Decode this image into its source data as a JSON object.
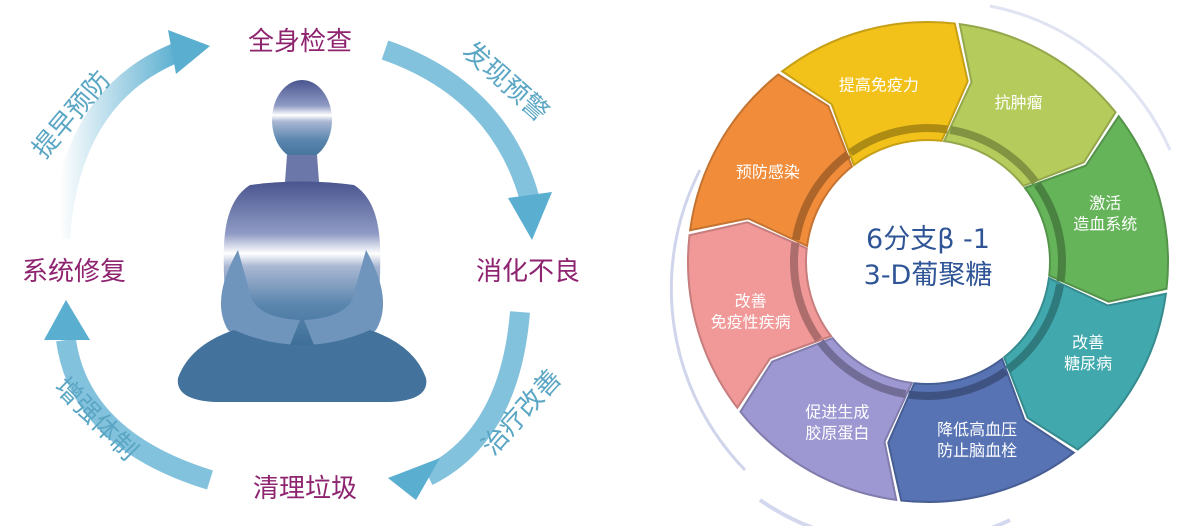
{
  "left_cycle": {
    "nodes": [
      {
        "label": "全身检查"
      },
      {
        "label": "消化不良"
      },
      {
        "label": "清理垃圾"
      },
      {
        "label": "系统修复"
      }
    ],
    "arcs": [
      {
        "label": "发现预警"
      },
      {
        "label": "治疗改善"
      },
      {
        "label": "增强体制"
      },
      {
        "label": "提早预防"
      }
    ],
    "colors": {
      "node_text": "#8e2470",
      "arc_text": "#5aa6c4",
      "arrow": "#5aaed0",
      "figure_top": "#4a5590",
      "figure_bottom": "#3e6f98"
    }
  },
  "right_wheel": {
    "center": {
      "line1": "6分支β -1",
      "line2": "3-D葡聚糖"
    },
    "segments": [
      {
        "lines": [
          "提高免疫力"
        ],
        "color": "#f2c21a"
      },
      {
        "lines": [
          "抗肿瘤"
        ],
        "color": "#b5cc5c"
      },
      {
        "lines": [
          "激活",
          "造血系统"
        ],
        "color": "#66b45a"
      },
      {
        "lines": [
          "改善",
          "糖尿病"
        ],
        "color": "#41a9ad"
      },
      {
        "lines": [
          "降低高血压",
          "防止脑血栓"
        ],
        "color": "#5773b4"
      },
      {
        "lines": [
          "促进生成",
          "胶原蛋白"
        ],
        "color": "#9d97d2"
      },
      {
        "lines": [
          "改善",
          "免疫性疾病"
        ],
        "color": "#f19898"
      },
      {
        "lines": [
          "预防感染"
        ],
        "color": "#f08c3a"
      }
    ],
    "colors": {
      "center_text": "#2f5596",
      "ring_glow": "#c6cbe6"
    }
  }
}
